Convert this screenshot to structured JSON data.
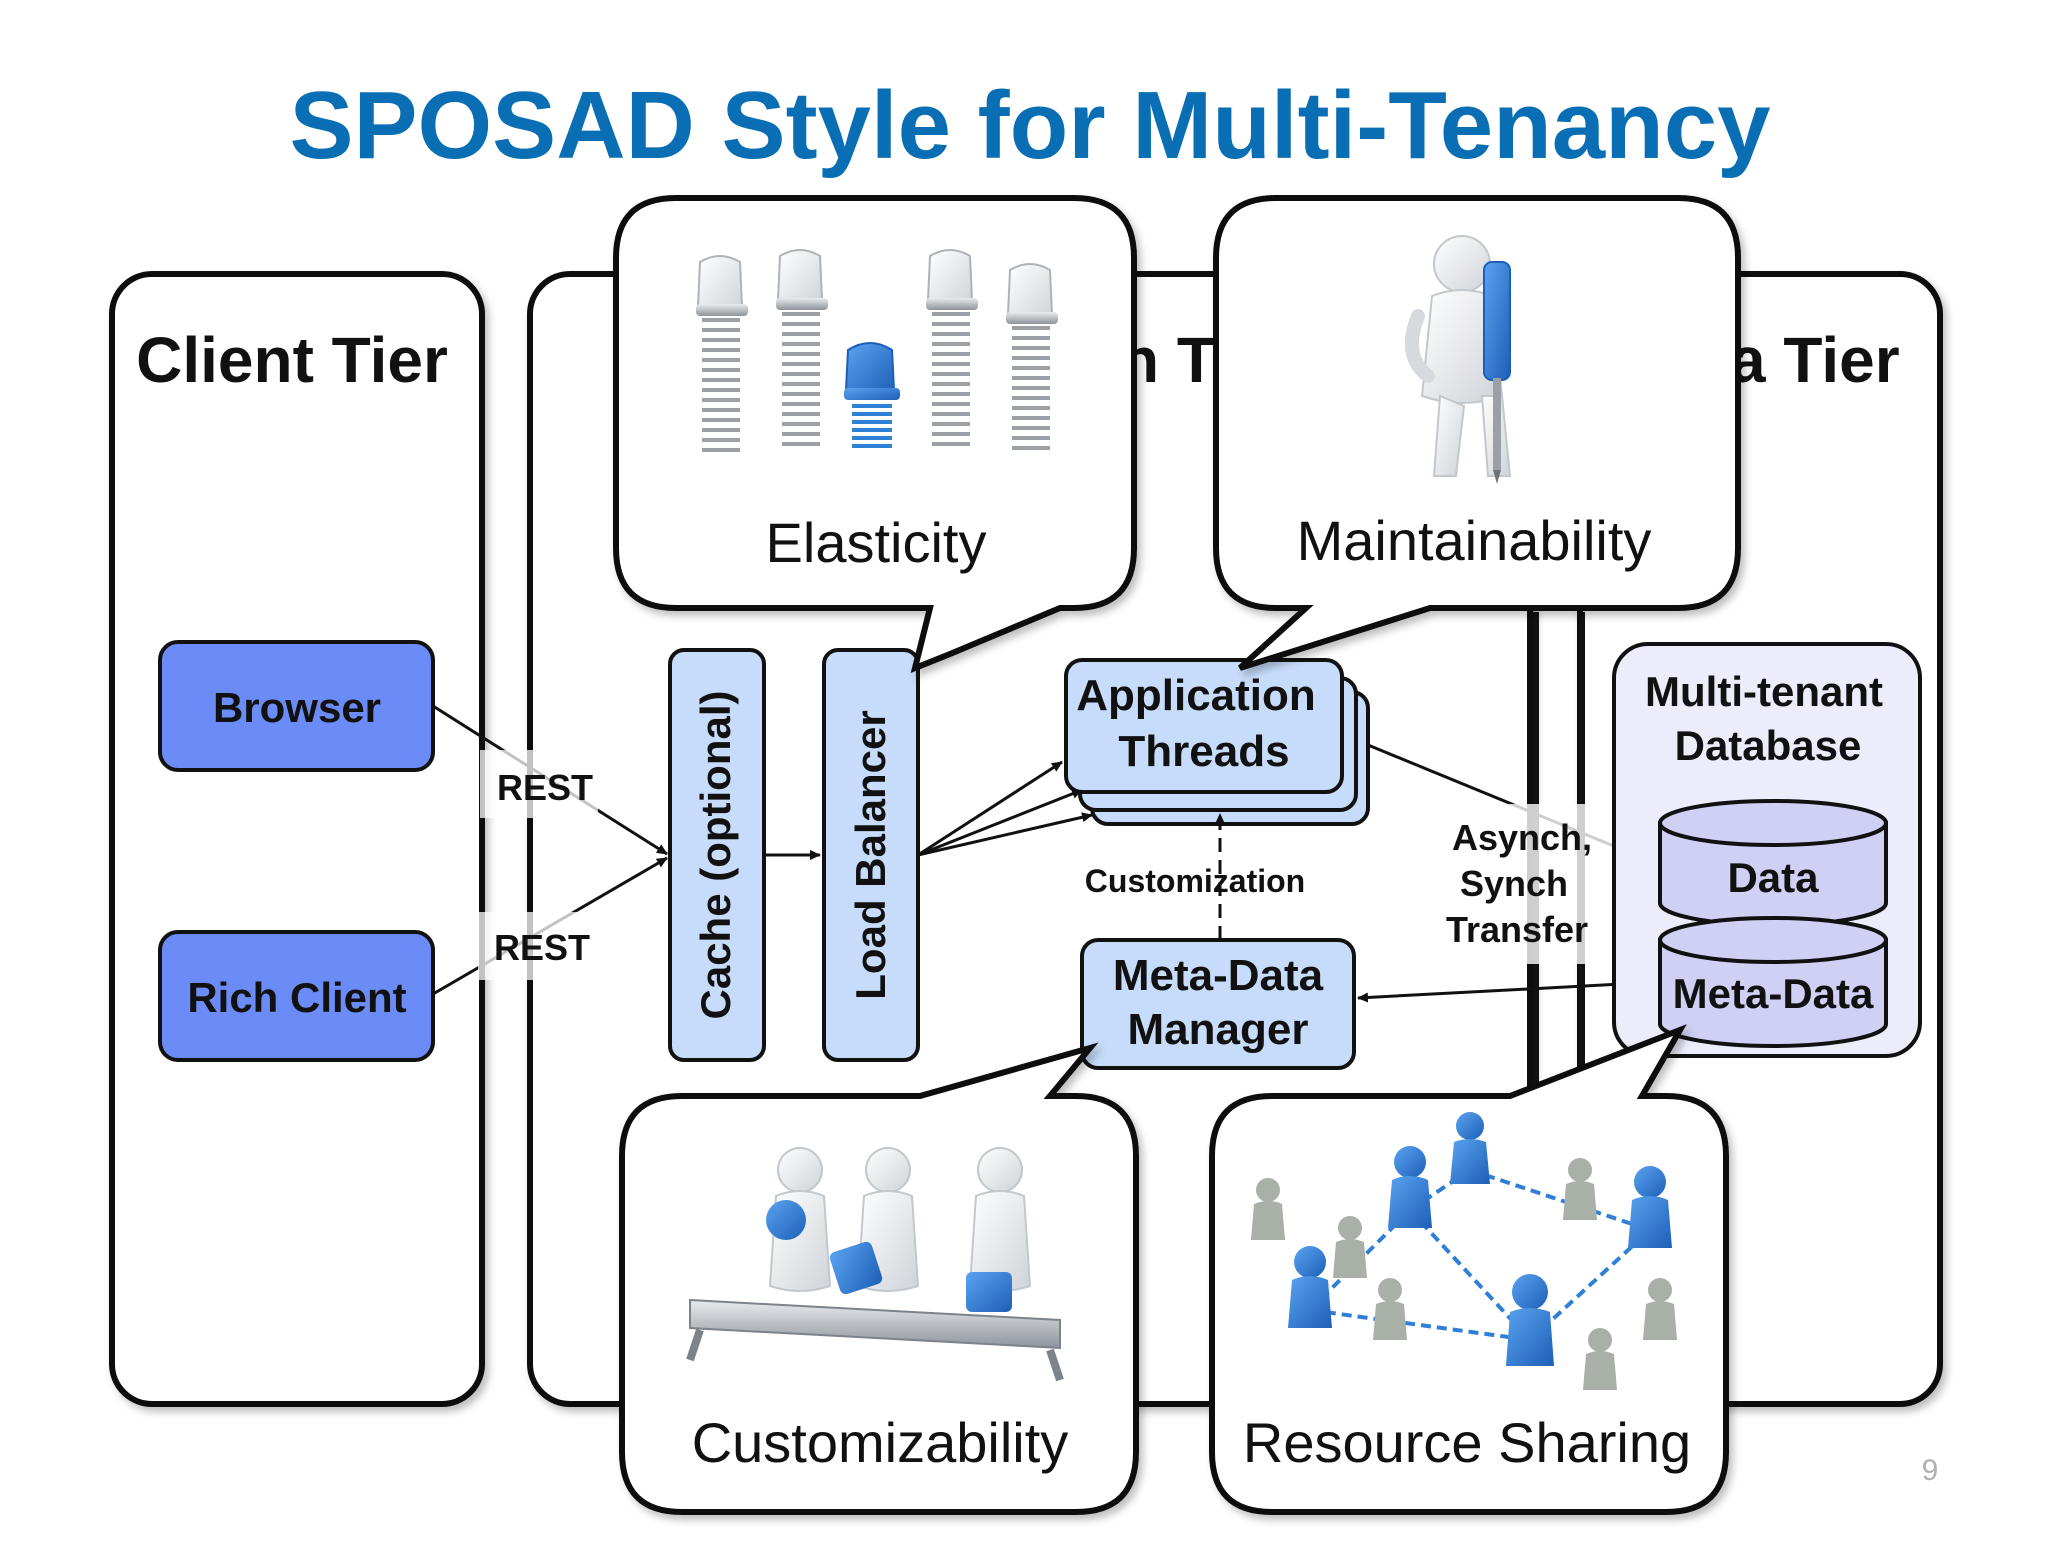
{
  "slide": {
    "title": "SPOSAD Style for Multi-Tenancy",
    "page_number": "9"
  },
  "tiers": {
    "client": "Client Tier",
    "application_visible": "n T",
    "data_visible": "a Tier"
  },
  "components": {
    "browser": "Browser",
    "rich_client": "Rich Client",
    "cache": "Cache (optional)",
    "load_balancer": "Load Balancer",
    "application_threads": [
      "Application",
      "Threads"
    ],
    "meta_data_manager": [
      "Meta-Data",
      "Manager"
    ],
    "multi_tenant_database": [
      "Multi-tenant",
      "Database"
    ],
    "data": "Data",
    "meta_data": "Meta-Data"
  },
  "connections": {
    "rest_top": "REST",
    "rest_bottom": "REST",
    "customization": "Customization",
    "transfer": [
      "Asynch,",
      "Synch",
      "Transfer"
    ]
  },
  "callouts": {
    "elasticity": "Elasticity",
    "maintainability": "Maintainability",
    "customizability": "Customizability",
    "resource_sharing": "Resource Sharing"
  },
  "colors": {
    "title": "#0a6eb4",
    "client_box_fill": "#6b8cf7",
    "app_box_fill": "#c6dcfa",
    "db_panel_fill": "#ececfb",
    "cylinder_fill": "#cfd0f4",
    "icon_blue": "#2f7fd6"
  }
}
